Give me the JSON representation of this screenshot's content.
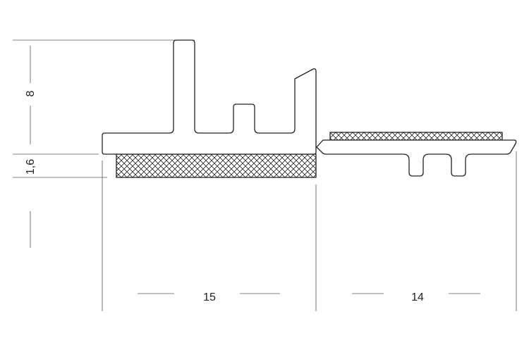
{
  "dimensions": {
    "height_main": "8",
    "height_adhesive": "1,6",
    "width_left": "15",
    "width_right": "14"
  },
  "colors": {
    "line": "#222222",
    "dimension": "#555555"
  }
}
